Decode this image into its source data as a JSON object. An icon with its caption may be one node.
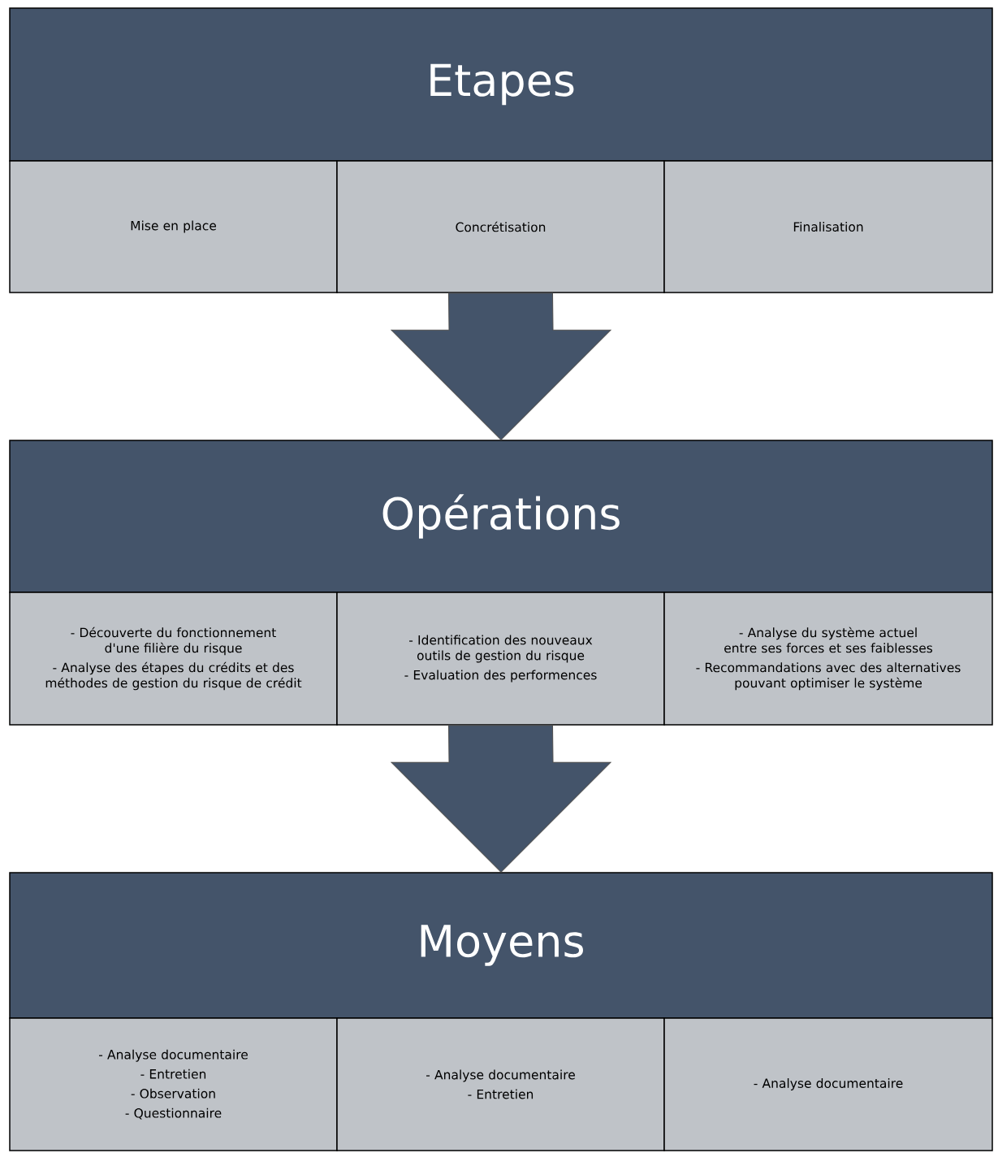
{
  "diagram": {
    "nodes": [
      {
        "text": [
          "Etapes"
        ]
      },
      {
        "text": [
          "Mise en place"
        ]
      },
      {
        "text": [
          "Concrétisation"
        ]
      },
      {
        "text": [
          "Finalisation"
        ]
      },
      {
        "text": [
          "Opérations"
        ]
      },
      {
        "text": [
          "- Découverte du fonctionnement d'une filière du risque",
          "- Analyse des étapes du crédits et des méthodes de gestion du risque de crédit"
        ]
      },
      {
        "text": [
          "- Identification des nouveaux outils de gestion du risque",
          "- Evaluation des performences"
        ]
      },
      {
        "text": [
          "- Analyse du système actuel entre ses forces et ses faiblesses",
          "- Recommandations avec des alternatives pouvant optimiser le système"
        ]
      },
      {
        "text": [
          "Moyens"
        ]
      },
      {
        "text": [
          "- Analyse documentaire",
          "- Entretien",
          "- Observation",
          "- Questionnaire"
        ]
      },
      {
        "text": [
          "- Analyse documentaire",
          "- Entretien"
        ]
      },
      {
        "text": [
          "- Analyse documentaire"
        ]
      }
    ],
    "edges": [
      {
        "from": 2,
        "to": 4,
        "arrow": "to"
      },
      {
        "from": 6,
        "to": 8,
        "arrow": "to"
      }
    ]
  }
}
